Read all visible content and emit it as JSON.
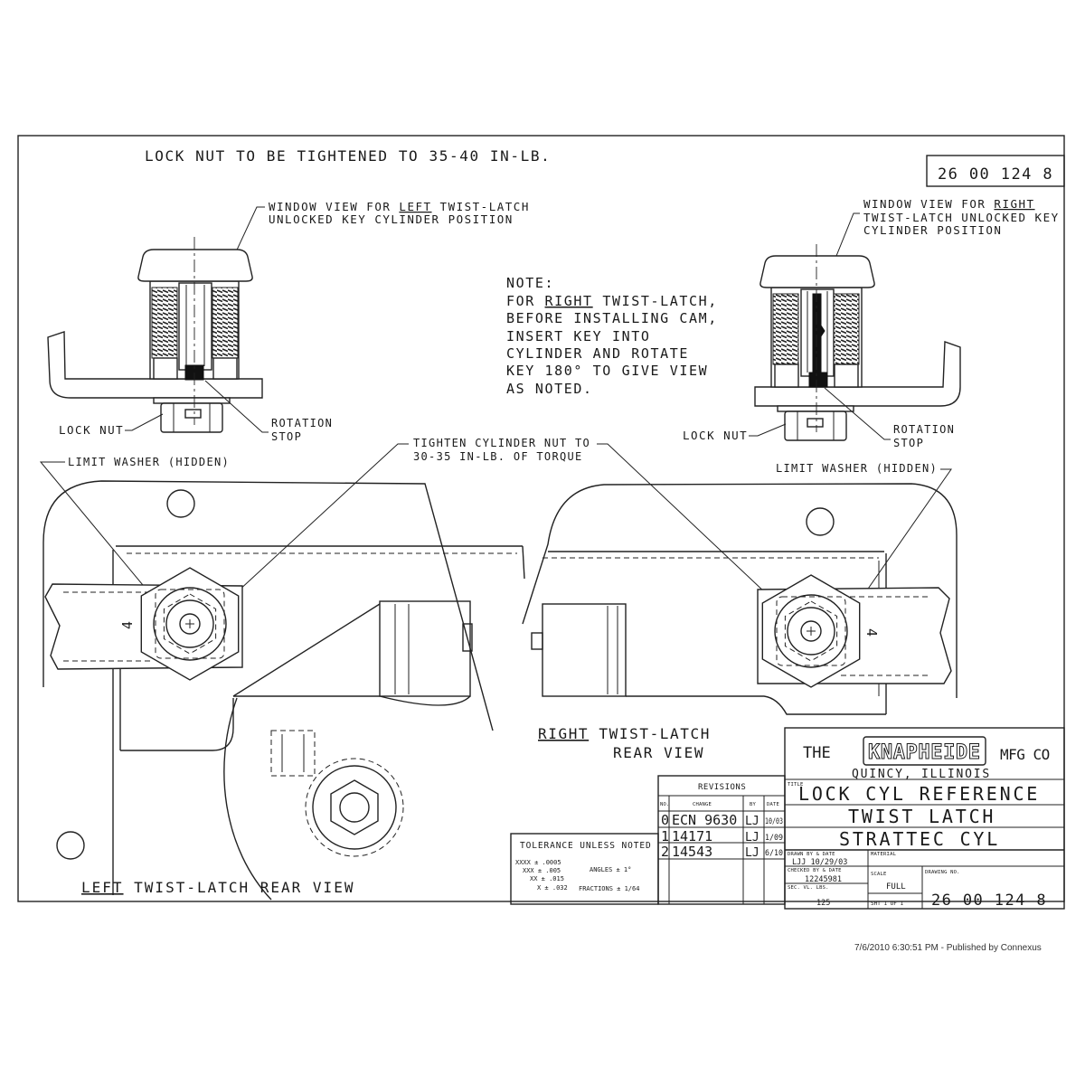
{
  "header": {
    "torque_note": "LOCK NUT TO BE TIGHTENED TO 35-40 IN-LB.",
    "drawing_number": "26 00 124 8"
  },
  "left_window_view": {
    "pre": "WINDOW VIEW FOR ",
    "emph": "LEFT",
    "post": " TWIST-LATCH",
    "line2": "UNLOCKED KEY CYLINDER POSITION"
  },
  "right_window_view": {
    "pre": "WINDOW VIEW FOR ",
    "emph": "RIGHT",
    "line2": "TWIST-LATCH UNLOCKED KEY",
    "line3": "CYLINDER POSITION"
  },
  "note": {
    "heading": "NOTE:",
    "pre": "FOR ",
    "emph": "RIGHT",
    "post": " TWIST-LATCH,",
    "lines": [
      "BEFORE INSTALLING CAM,",
      "INSERT KEY INTO",
      "CYLINDER AND ROTATE",
      "KEY 180° TO GIVE VIEW",
      "AS NOTED."
    ]
  },
  "callouts": {
    "left_lock_nut": "LOCK NUT",
    "left_rotation_stop": [
      "ROTATION",
      "STOP"
    ],
    "left_limit_washer": "LIMIT WASHER (HIDDEN)",
    "tighten_nut": [
      "TIGHTEN CYLINDER NUT TO",
      "30-35 IN-LB. OF TORQUE"
    ],
    "right_lock_nut": "LOCK NUT",
    "right_rotation_stop": [
      "ROTATION",
      "STOP"
    ],
    "right_limit_washer": "LIMIT WASHER (HIDDEN)"
  },
  "views": {
    "left_arm_mark": "4",
    "right_arm_mark": "4",
    "right_rear": {
      "emph": "RIGHT",
      "post": " TWIST-LATCH",
      "line2": "REAR VIEW"
    },
    "left_rear": {
      "emph": "LEFT",
      "post": " TWIST-LATCH REAR VIEW"
    }
  },
  "title_block": {
    "company_prefix": "THE",
    "company_logo": "KNAPHEIDE",
    "company_suffix": "MFG CO",
    "location": "QUINCY, ILLINOIS",
    "title_label": "TITLE",
    "title_lines": [
      "LOCK CYL REFERENCE",
      "TWIST LATCH",
      "STRATTEC CYL"
    ],
    "drawn_label": "DRAWN BY & DATE",
    "drawn_value": "LJJ 10/29/03",
    "checked_label": "CHECKED BY & DATE",
    "checked_value": "12245981",
    "weight_label": "SEC. VL. LBS.",
    "weight_value": "125",
    "material_label": "MATERIAL",
    "scale_label": "SCALE",
    "scale_value": "FULL",
    "drawing_no_label": "DRAWING NO.",
    "drawing_no": "26 00 124 8",
    "sheet": "SHT 1 OF 1"
  },
  "revisions": {
    "heading": "REVISIONS",
    "columns": [
      "NO.",
      "CHANGE",
      "BY",
      "DATE"
    ],
    "rows": [
      {
        "no": "0",
        "change": "ECN 9630",
        "by": "LJ",
        "date": "10/03"
      },
      {
        "no": "1",
        "change": "14171",
        "by": "LJ",
        "date": "1/09"
      },
      {
        "no": "2",
        "change": "14543",
        "by": "LJ",
        "date": "6/10"
      }
    ]
  },
  "tolerance": {
    "heading": "TOLERANCE UNLESS NOTED",
    "decimals": [
      "XXXX ± .0005",
      "XXX ± .005",
      "XX ± .015",
      "X ± .032"
    ],
    "angles": "ANGLES ± 1°",
    "fractions": "FRACTIONS ± 1/64"
  },
  "footer": {
    "published": "7/6/2010 6:30:51 PM - Published by Connexus"
  }
}
